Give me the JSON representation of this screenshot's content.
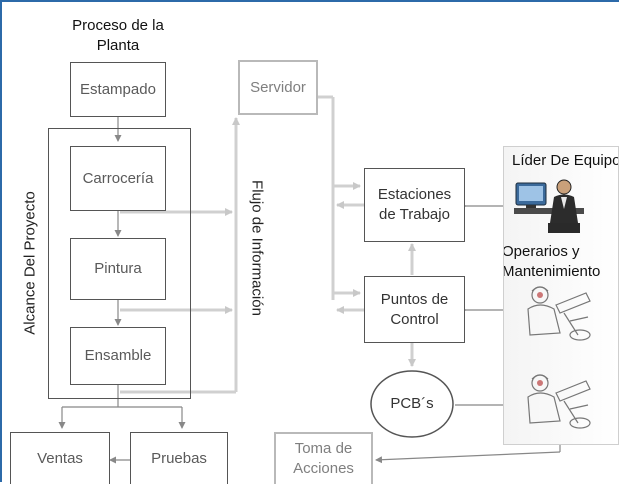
{
  "header": {
    "line1": "Proceso de la",
    "line2": "Planta"
  },
  "process": {
    "estampado": "Estampado",
    "carroceria": "Carrocería",
    "pintura": "Pintura",
    "ensamble": "Ensamble",
    "ventas": "Ventas",
    "pruebas": "Pruebas"
  },
  "scope_label": "Alcance Del Proyecto",
  "flow_label": "Flujo de Información",
  "servidor": "Servidor",
  "estaciones": {
    "line1": "Estaciones",
    "line2": "de Trabajo"
  },
  "puntos": {
    "line1": "Puntos de",
    "line2": "Control"
  },
  "pcb": "PCB´s",
  "toma": {
    "line1": "Toma de",
    "line2": "Acciones"
  },
  "roles": {
    "lider": "Líder De Equipo",
    "operarios_line1": "Operarios y",
    "operarios_line2": "Mantenimiento"
  }
}
